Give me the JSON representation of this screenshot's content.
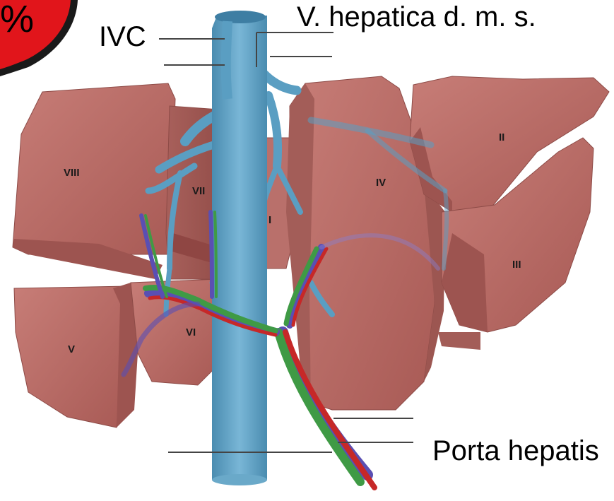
{
  "labels": {
    "ivc": "IVC",
    "hepatic_veins": "V. hepatica d. m. s.",
    "porta_hepatis": "Porta hepatis"
  },
  "badge": {
    "text": "%",
    "color": "#e1151b"
  },
  "segments": {
    "s1": "I",
    "s2": "II",
    "s3": "III",
    "s4": "IV",
    "s5": "V",
    "s6": "VI",
    "s7": "VII",
    "s8": "VIII"
  },
  "colors": {
    "liver": "#bb6f6a",
    "liver_dark": "#9d5450",
    "liver_light": "#d28a84",
    "vein": "#5b9ec1",
    "artery": "#c62828",
    "bile_duct": "#3f9a45",
    "portal_vein": "#5a4fb3"
  }
}
